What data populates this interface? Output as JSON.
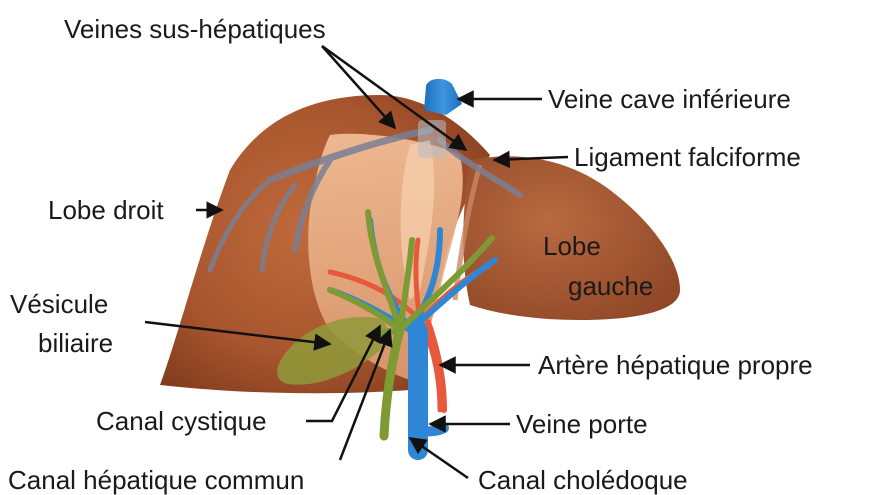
{
  "diagram": {
    "subject": "liver-anatomy",
    "colors": {
      "liver": "#a8562e",
      "liver_dark": "#7e3a1c",
      "liver_light": "#e0a07a",
      "vein": "#2f86d4",
      "artery": "#e8593c",
      "bile_duct": "#7d9a34",
      "hepatic_vein": "#7b7f95",
      "gallbladder": "#8f9a3a",
      "leader": "#111111"
    },
    "labels": {
      "hepatic_veins": "Veines sus-hépatiques",
      "inferior_vena_cava": "Veine cave inférieure",
      "falciform_ligament": "Ligament falciforme",
      "right_lobe": "Lobe droit",
      "left_lobe_line1": "Lobe",
      "left_lobe_line2": "gauche",
      "gallbladder_line1": "Vésicule",
      "gallbladder_line2": "biliaire",
      "hepatic_artery": "Artère hépatique propre",
      "cystic_duct": "Canal cystique",
      "portal_vein": "Veine porte",
      "common_hepatic_duct": "Canal hépatique commun",
      "common_bile_duct": "Canal cholédoque"
    }
  }
}
